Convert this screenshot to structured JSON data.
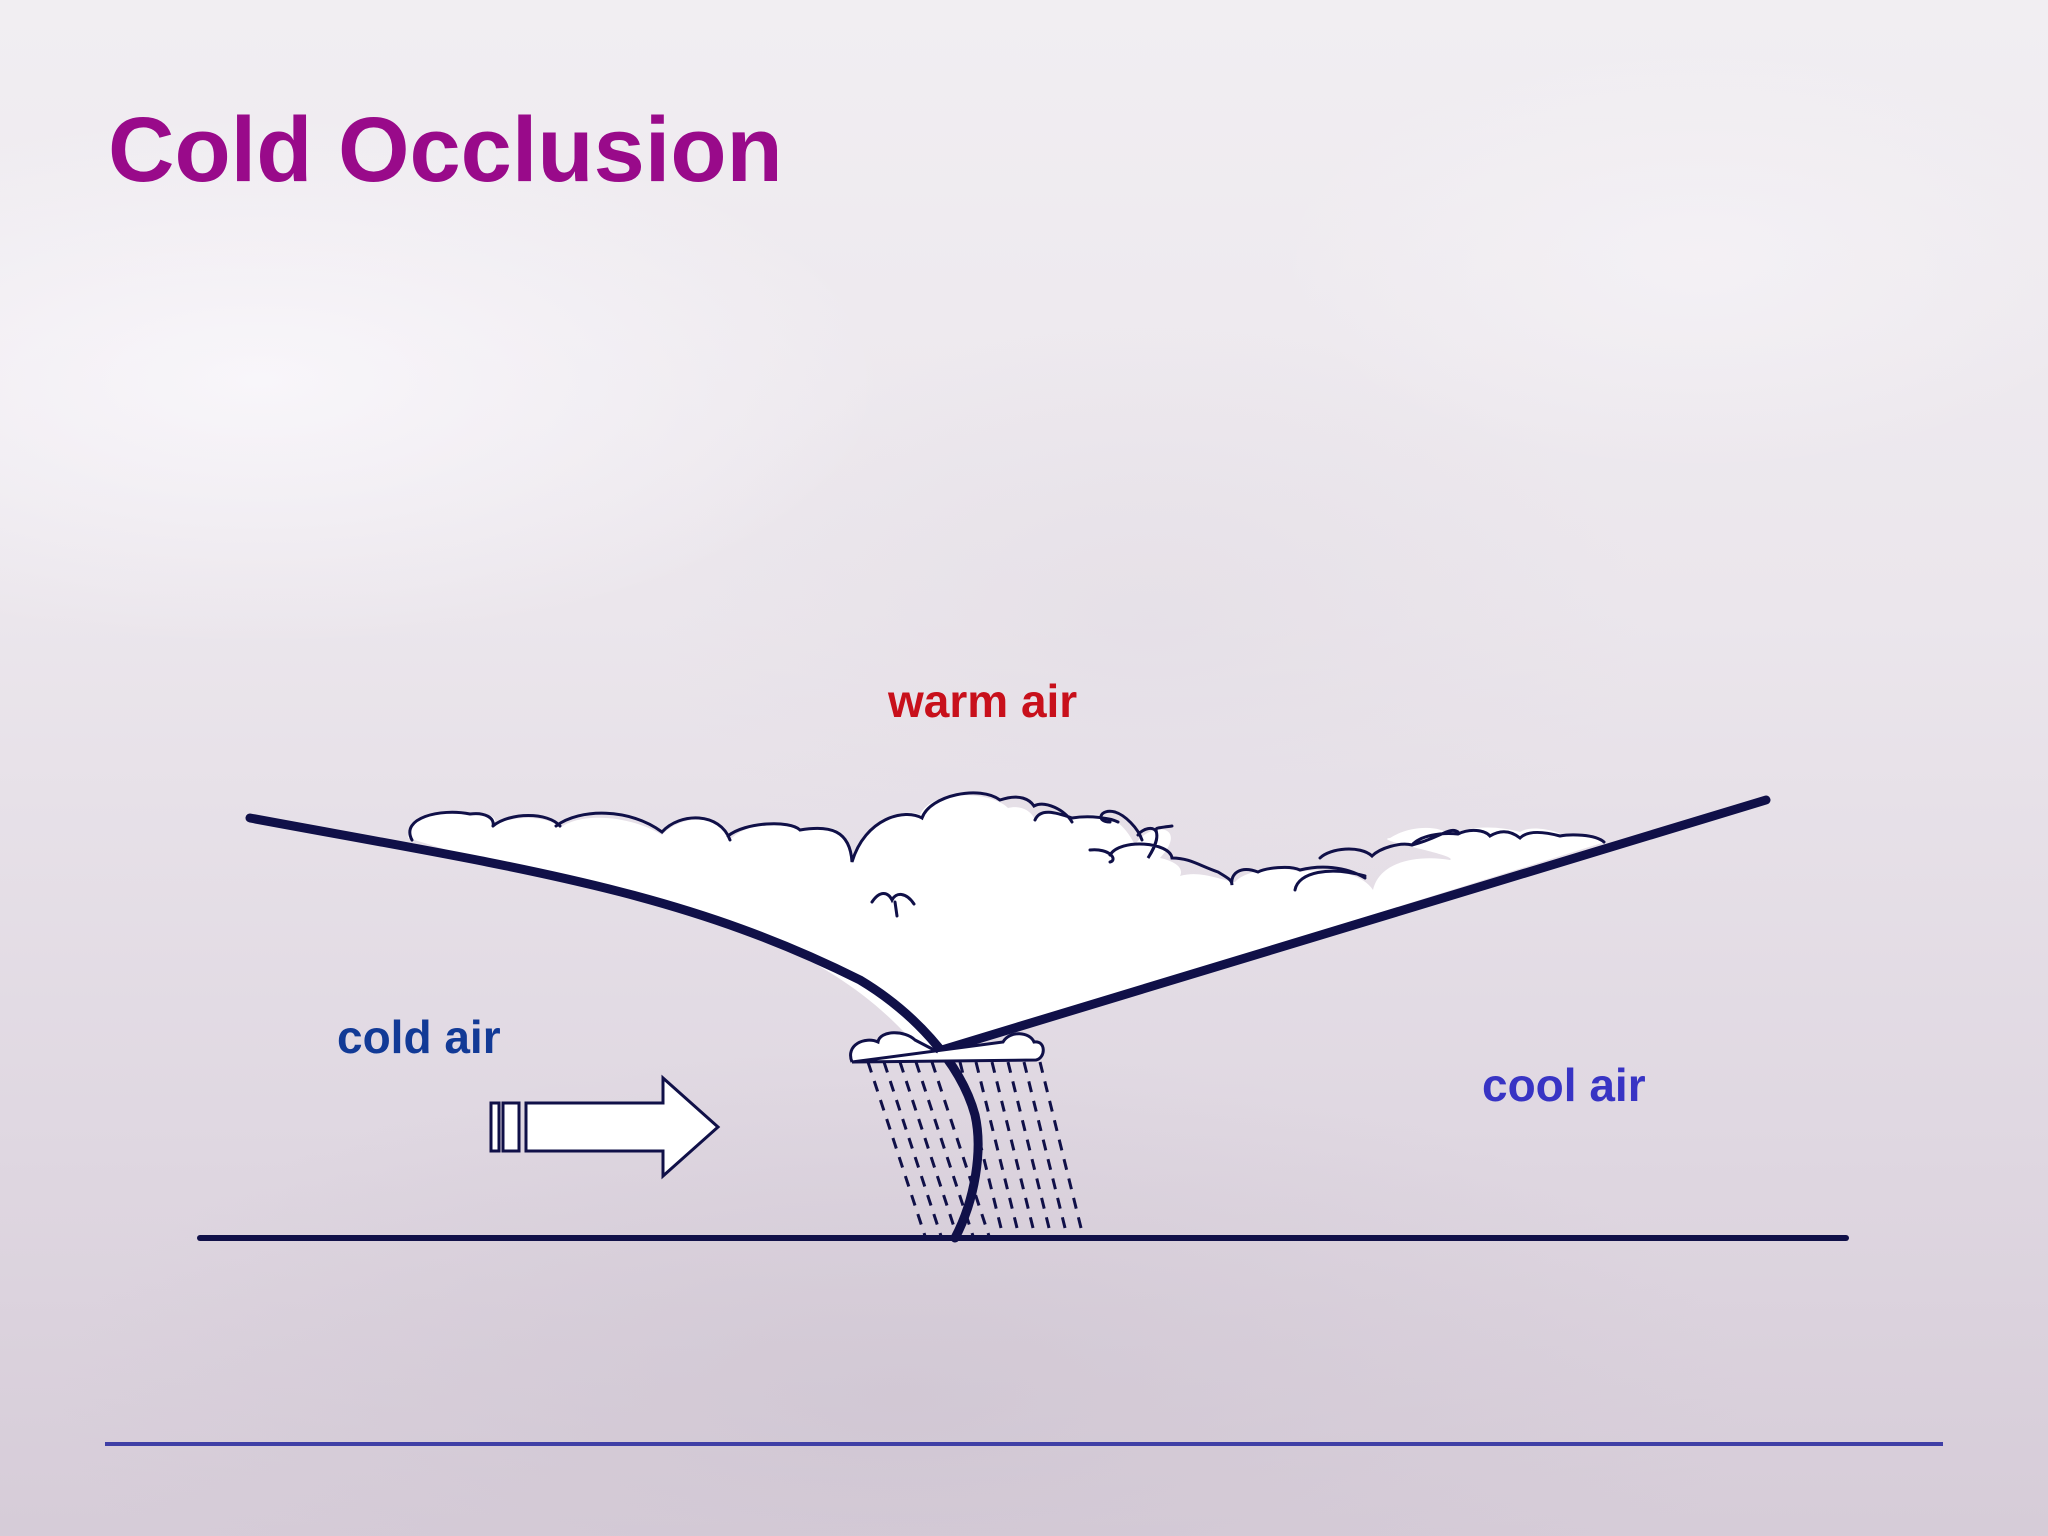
{
  "slide": {
    "title": "Cold Occlusion"
  },
  "labels": {
    "warm_air": "warm air",
    "cold_air": "cold air",
    "cool_air": "cool air"
  },
  "colors": {
    "title": "#990a8a",
    "warm_air": "#c8101b",
    "cold_air": "#123a96",
    "cool_air": "#3834c4",
    "front_lines": "#101048",
    "footer_rule": "#3f3fa6"
  },
  "icons": {
    "motion_arrow": "arrow-right-icon",
    "cloud": "cloud-icon",
    "rain": "rain-icon",
    "bird": "bird-icon"
  }
}
